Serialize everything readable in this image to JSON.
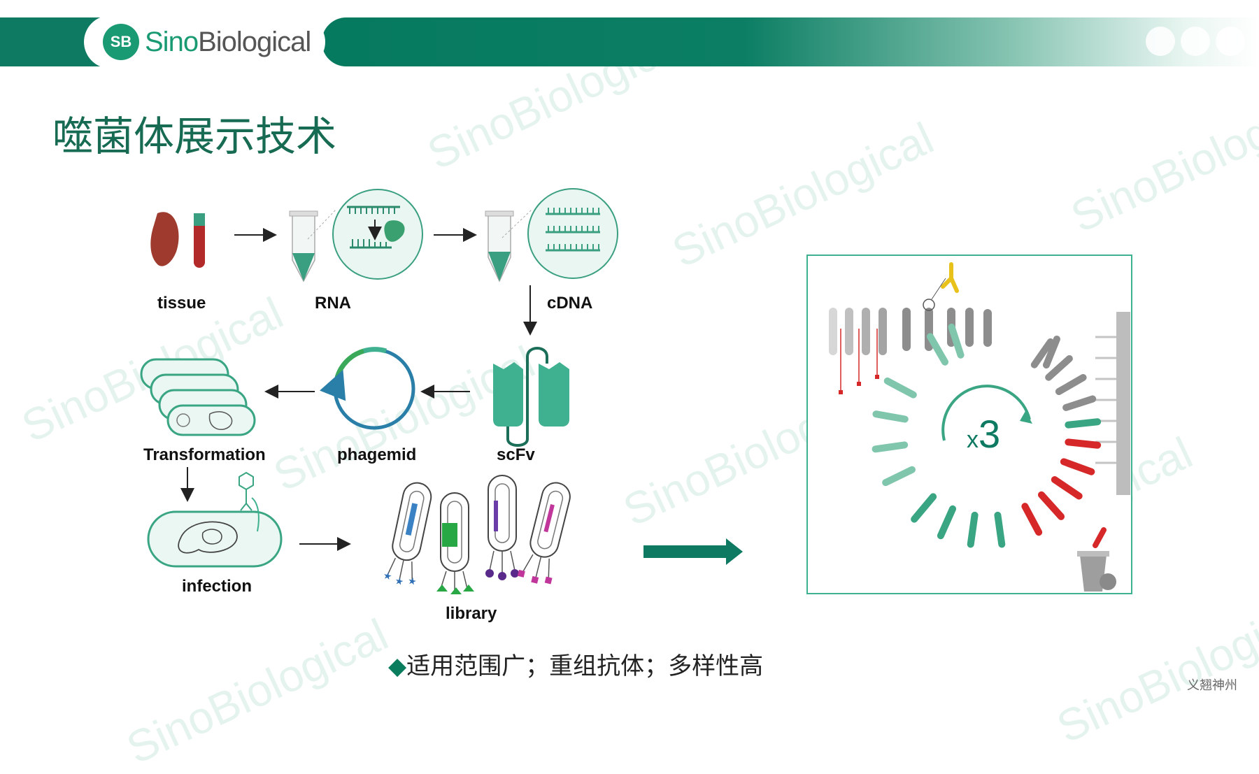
{
  "brand": {
    "badge": "SB",
    "name_part1": "Sino",
    "name_part2": "Biological"
  },
  "title": "噬菌体展示技术",
  "labels": {
    "tissue": "tissue",
    "rna": "RNA",
    "cdna": "cDNA",
    "transformation": "Transformation",
    "phagemid": "phagemid",
    "scfv": "scFv",
    "infection": "infection",
    "library": "library"
  },
  "panning": {
    "cycles_prefix": "x",
    "cycles_number": "3"
  },
  "bullet": {
    "marker": "◆",
    "text": "适用范围广；重组抗体；多样性高"
  },
  "corner_note": "义翘神州",
  "watermark": "SinoBiological",
  "colors": {
    "brand_green": "#0e7a62",
    "light_green": "#4fbf9a",
    "tube_green": "#3a9f80",
    "bad_binder": "#d62828",
    "target_yellow": "#e8c21b",
    "neutral_gray": "#8d8d8d"
  }
}
